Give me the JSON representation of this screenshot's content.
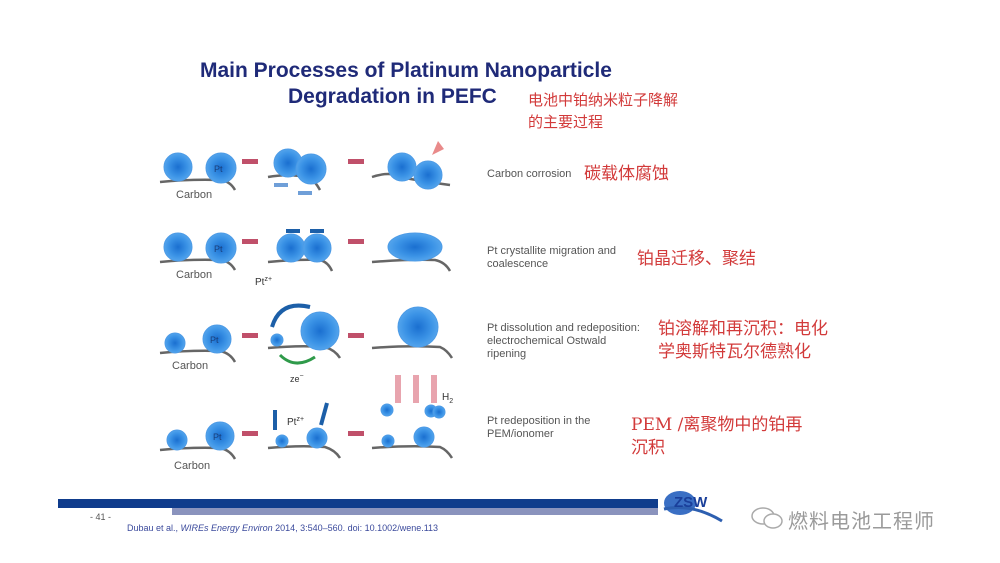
{
  "title": {
    "line1": "Main Processes of Platinum Nanoparticle",
    "line2": "Degradation in PEFC",
    "zh_line1": "电池中铂纳米粒子降解",
    "zh_line2": "的主要过程"
  },
  "diagram": {
    "carbon_label": "Carbon",
    "pt_label": "Pt",
    "ion_label": "Pt",
    "ion_sup": "z+",
    "electron_label": "ze",
    "electron_sup": "−",
    "h2_label": "H",
    "h2_sub": "2",
    "colors": {
      "particle": "#3a8fe0",
      "particle_dark": "#1866c2",
      "step_arrow": "#c0506a",
      "blue_arrow": "#1c5fa8",
      "green_arrow": "#2f9a4a",
      "pink_arrow": "#e8a4ae",
      "carbon_line": "#666666"
    }
  },
  "processes": [
    {
      "en": "Carbon corrosion",
      "zh": [
        "碳载体腐蚀"
      ]
    },
    {
      "en": "Pt crystallite migration and coalescence",
      "zh": [
        "铂晶迁移、聚结"
      ]
    },
    {
      "en": "Pt dissolution and redeposition: electrochemical Ostwald ripening",
      "zh": [
        "铂溶解和再沉积：电化",
        "学奥斯特瓦尔德熟化"
      ]
    },
    {
      "en": "Pt redeposition in the PEM/ionomer",
      "zh": [
        "PEM /离聚物中的铂再",
        "沉积"
      ]
    }
  ],
  "footer": {
    "page": "- 41 -",
    "cite_prefix": "Dubau et al., ",
    "cite_journal": "WIREs Energy Environ",
    "cite_suffix": " 2014, 3:540–560. doi: 10.1002/wene.113",
    "logo": "ZSW",
    "watermark": "燃料电池工程师"
  }
}
